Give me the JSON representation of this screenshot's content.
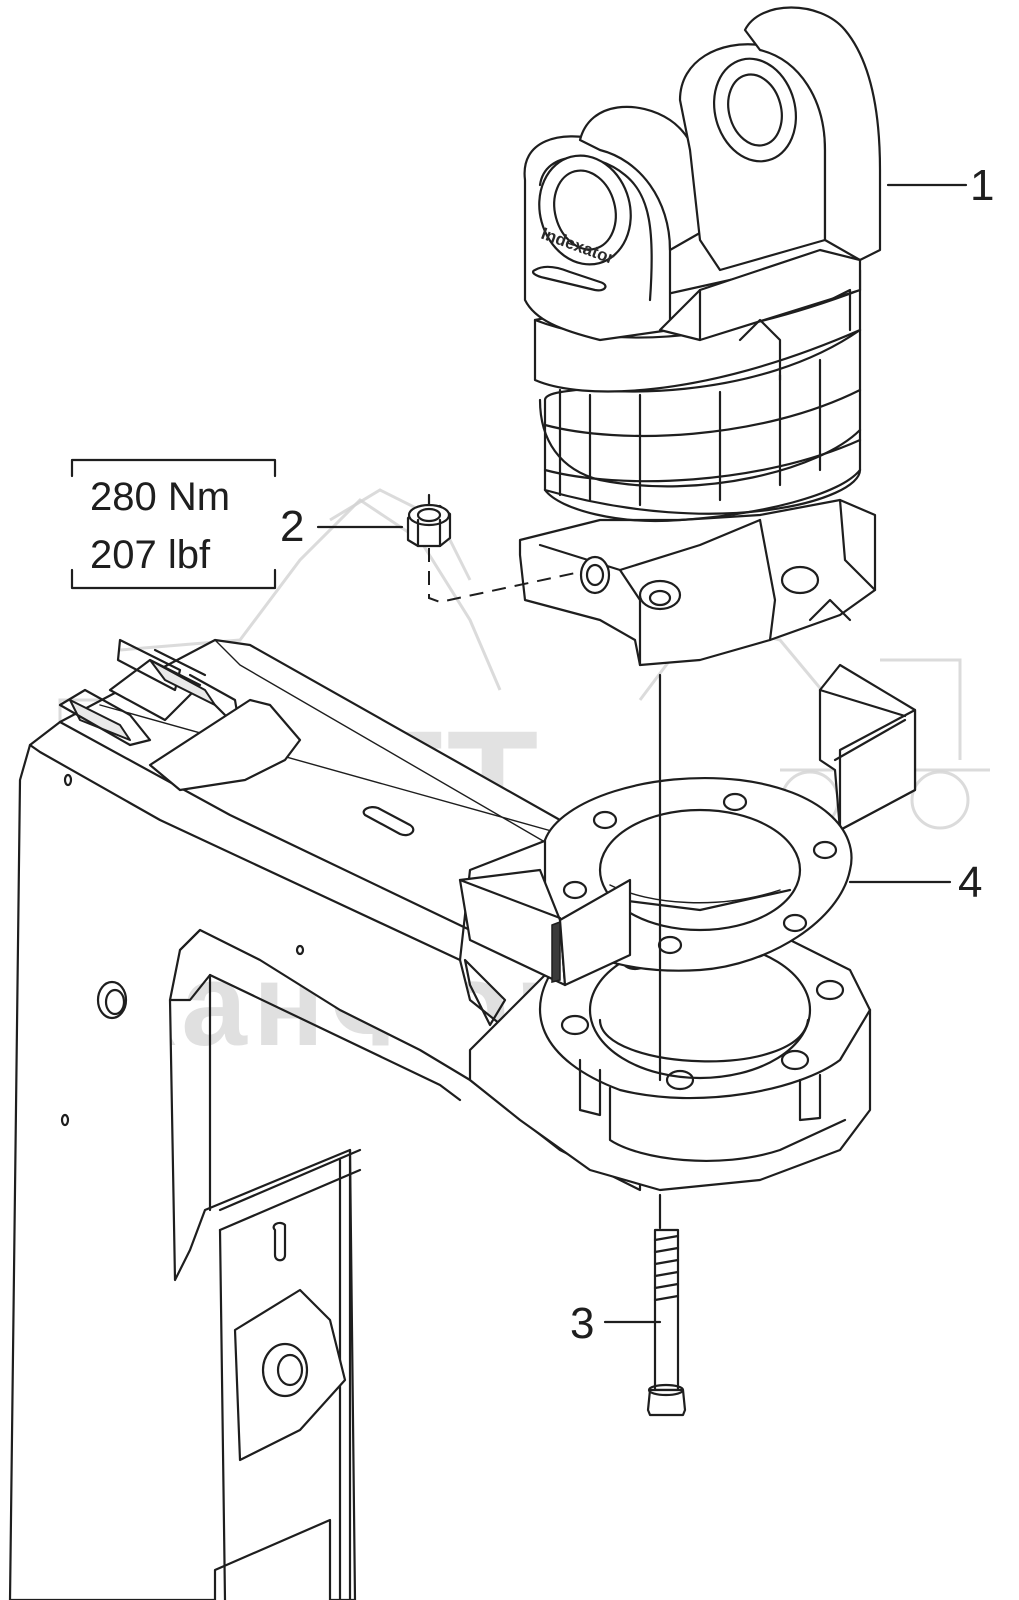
{
  "torque_spec": {
    "value_nm": "280 Nm",
    "value_lbf": "207 lbf"
  },
  "callouts": [
    {
      "number": "1",
      "part": "rotator"
    },
    {
      "number": "2",
      "part": "nut"
    },
    {
      "number": "3",
      "part": "bolt"
    },
    {
      "number": "4",
      "part": "bracket-plate"
    }
  ],
  "brand_marking": "Indexator",
  "watermark": {
    "logo_text": "SFT",
    "company_text": "СканФорТек"
  }
}
